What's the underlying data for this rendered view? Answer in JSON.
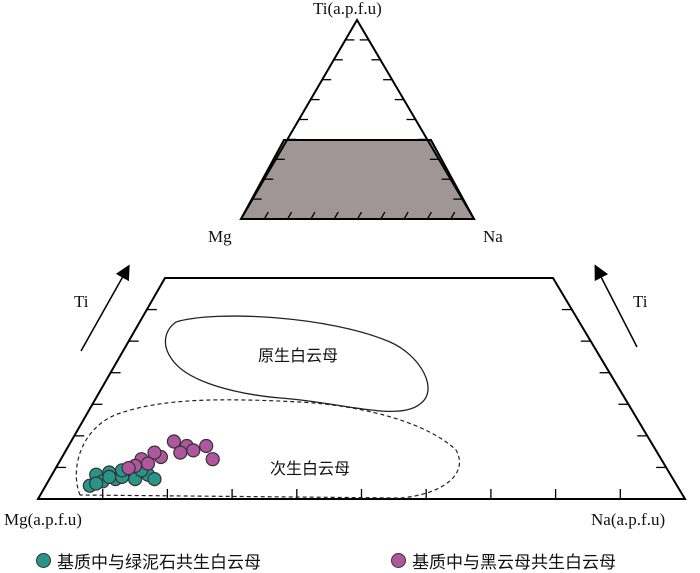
{
  "chart_data": {
    "type": "scatter",
    "diagram": "ternary",
    "inset_apex_label": "Ti(a.p.f.u)",
    "inset_left_label": "Mg",
    "inset_right_label": "Na",
    "axis_left_label": "Mg(a.p.f.u)",
    "axis_right_label": "Na(a.p.f.u)",
    "arrow_label_left": "Ti",
    "arrow_label_right": "Ti",
    "fields": [
      {
        "label": "原生白云母",
        "style": "solid"
      },
      {
        "label": "次生白云母",
        "style": "dashed"
      }
    ],
    "series": [
      {
        "name": "基质中与绿泥石共生白云母",
        "color": "#2a9488",
        "points": [
          [
            0.09,
            0.11
          ],
          [
            0.11,
            0.12
          ],
          [
            0.12,
            0.09
          ],
          [
            0.1,
            0.08
          ],
          [
            0.08,
            0.06
          ],
          [
            0.09,
            0.07
          ],
          [
            0.13,
            0.1
          ],
          [
            0.15,
            0.12
          ],
          [
            0.15,
            0.09
          ],
          [
            0.17,
            0.11
          ],
          [
            0.16,
            0.13
          ],
          [
            0.18,
            0.09
          ],
          [
            0.13,
            0.13
          ],
          [
            0.11,
            0.1
          ]
        ]
      },
      {
        "name": "基质中与黑云母共生白云母",
        "color": "#b0569e",
        "points": [
          [
            0.16,
            0.18
          ],
          [
            0.17,
            0.16
          ],
          [
            0.19,
            0.19
          ],
          [
            0.18,
            0.21
          ],
          [
            0.21,
            0.26
          ],
          [
            0.23,
            0.24
          ],
          [
            0.24,
            0.22
          ],
          [
            0.26,
            0.24
          ],
          [
            0.22,
            0.21
          ],
          [
            0.27,
            0.18
          ],
          [
            0.15,
            0.15
          ],
          [
            0.14,
            0.14
          ]
        ]
      }
    ]
  }
}
